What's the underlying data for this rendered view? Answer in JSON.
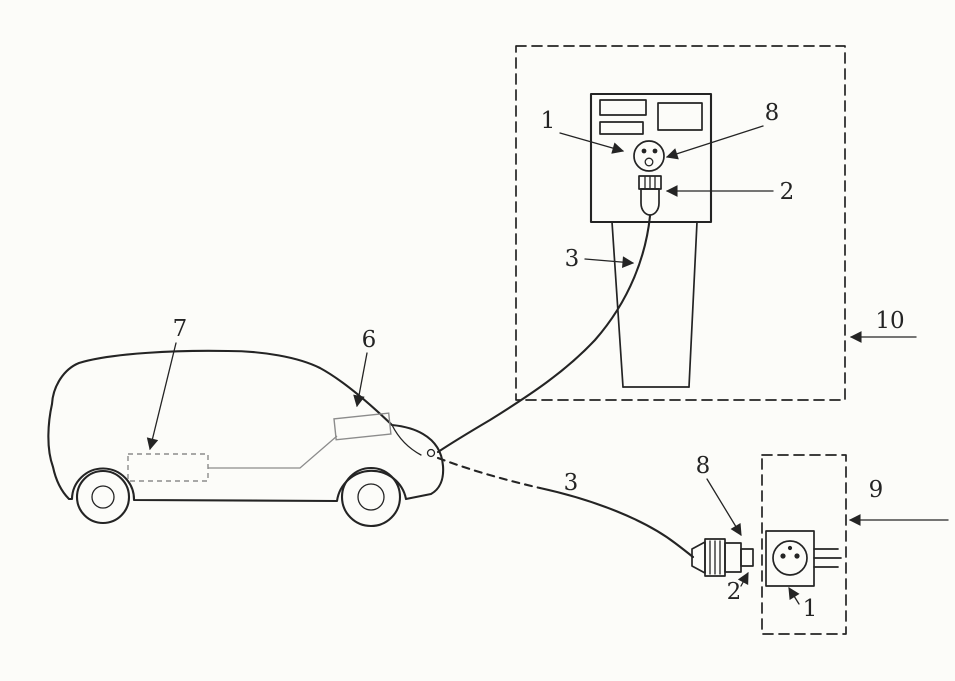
{
  "figure": {
    "background_color": "#fcfcf9",
    "line_color": "#242424",
    "callouts": {
      "station_socket": "1",
      "station_adapter": "8",
      "station_plug": "2",
      "station_cable": "3",
      "station_assembly": "10",
      "vehicle_battery": "7",
      "vehicle_charge_port": "6",
      "extension_cable": "3",
      "wall_plug_adapter": "8",
      "wall_plug": "2",
      "wall_outlet_assembly": "9",
      "wall_socket": "1"
    }
  }
}
